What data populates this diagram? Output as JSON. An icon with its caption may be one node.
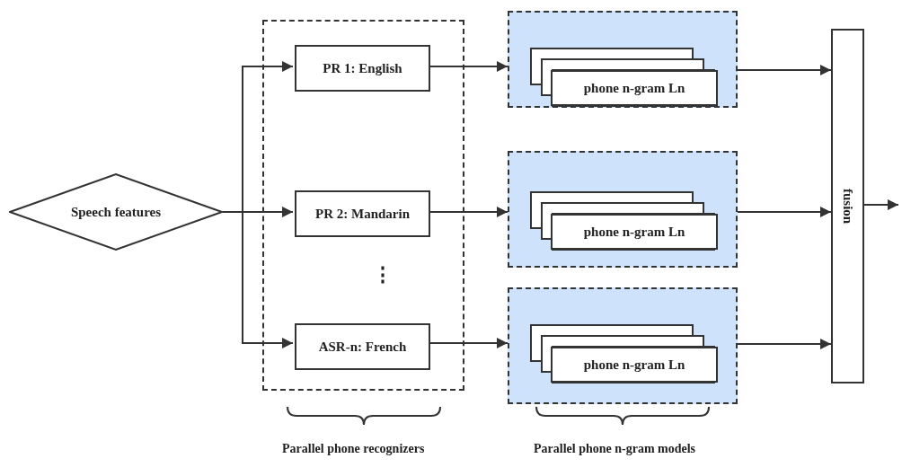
{
  "diagram": {
    "nodes": [
      {
        "text": [
          "Speech features"
        ]
      },
      {
        "text": [],
        "shape": "box"
      },
      {
        "text": [
          "PR 1: English"
        ],
        "in": 1
      },
      {
        "text": [
          "PR 2: Mandarin"
        ],
        "in": 1
      },
      {
        "text": [
          "ASR-n: French"
        ],
        "in": 1
      },
      {
        "text": [],
        "shape": "box"
      },
      {
        "text": [
          "phone n-gram Ln"
        ],
        "in": 5
      },
      {
        "text": [],
        "shape": "box"
      },
      {
        "text": [
          "phone n-gram Ln"
        ],
        "in": 7
      },
      {
        "text": [],
        "shape": "box"
      },
      {
        "text": [
          "phone n-gram Ln"
        ],
        "in": 9
      },
      {
        "text": [
          "fusion"
        ]
      }
    ],
    "edges": [
      {
        "from": 0,
        "to": 2,
        "arrow": "to"
      },
      {
        "from": 0,
        "to": 3,
        "arrow": "to"
      },
      {
        "from": 0,
        "to": 4,
        "arrow": "to"
      },
      {
        "from": 2,
        "to": 5,
        "arrow": "to"
      },
      {
        "from": 3,
        "to": 7,
        "arrow": "to"
      },
      {
        "from": 4,
        "to": 9,
        "arrow": "to"
      },
      {
        "from": 5,
        "to": 11,
        "arrow": "to"
      },
      {
        "from": 7,
        "to": 11,
        "arrow": "to"
      },
      {
        "from": 9,
        "to": 11,
        "arrow": "to"
      },
      {
        "from": 11,
        "to": null,
        "arrow": "to"
      }
    ],
    "labels": [
      "⋮",
      "Parallel phone recognizers",
      "Parallel phone n-gram models"
    ]
  }
}
